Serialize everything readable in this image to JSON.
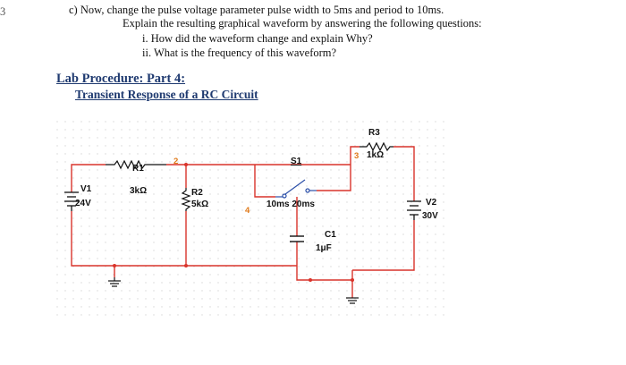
{
  "margin_mark": "3",
  "question": {
    "line1": "c)  Now, change the pulse voltage parameter pulse width to 5ms and period to 10ms.",
    "line2": "Explain the resulting graphical waveform by answering the following questions:",
    "item1": "i.   How did the waveform change and explain Why?",
    "item2": "ii.   What is the frequency of this waveform?"
  },
  "section": {
    "title": "Lab Procedure: Part 4:",
    "subtitle": "Transient Response of a RC Circuit"
  },
  "circuit": {
    "wire_color": "#d9342b",
    "label_color": "#111111",
    "node_color": "#e07a1a",
    "components": {
      "v1_name": "V1",
      "v1_value": "24V",
      "r1_name": "R1",
      "r1_value": "3kΩ",
      "r2_name": "R2",
      "r2_value": "5kΩ",
      "r3_name": "R3",
      "r3_value": "1kΩ",
      "s1_name": "S1",
      "s1_timing": "10ms 20ms",
      "c1_name": "C1",
      "c1_value": "1μF",
      "v2_name": "V2",
      "v2_value": "30V"
    },
    "nodes": {
      "n2": "2",
      "n3": "3",
      "n4": "4"
    }
  }
}
